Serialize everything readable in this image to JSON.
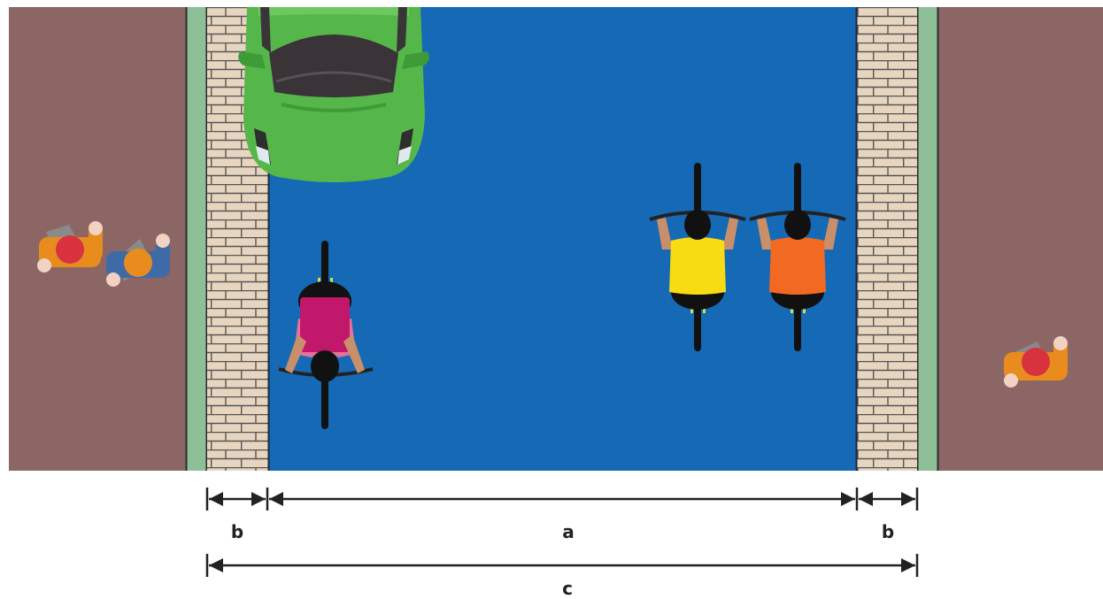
{
  "colors": {
    "sidewalk": "#8b6664",
    "curb_strip": "#8fbf96",
    "curb_line": "#2b2b2b",
    "brick_face": "#e7d5c0",
    "brick_mortar": "#555555",
    "road": "#1569b5",
    "car_body": "#55b74a",
    "car_shade": "#3f9a38",
    "car_glass": "#3a3338",
    "rider_left_shirt": "#c2186b",
    "rider_mid_shirt": "#f7dc14",
    "rider_right_shirt": "#f26a22",
    "skin": "#c98f6a",
    "hair": "#111111",
    "dimension_line": "#222222"
  },
  "icons": {
    "car": "car-top-view-icon",
    "cyclist": "cyclist-top-view-icon",
    "pedestrian": "pedestrian-top-view-icon"
  },
  "dimensions": {
    "left_gap_label": "b",
    "lane_label": "a",
    "right_gap_label": "b",
    "total_label": "c"
  }
}
